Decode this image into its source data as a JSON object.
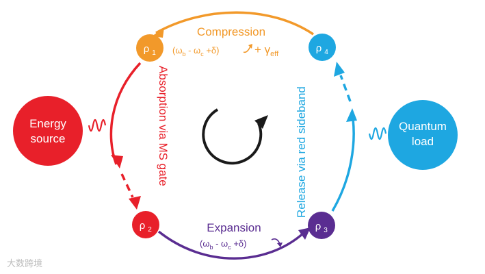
{
  "colors": {
    "orange": "#f2992a",
    "red": "#e8202a",
    "purple": "#5a2d91",
    "blue": "#1ea7e1",
    "black": "#1a1a1a"
  },
  "nodes": {
    "rho1": {
      "base": "ρ",
      "sub": "1"
    },
    "rho2": {
      "base": "ρ",
      "sub": "2"
    },
    "rho3": {
      "base": "ρ",
      "sub": "3"
    },
    "rho4": {
      "base": "ρ",
      "sub": "4"
    }
  },
  "energy_source": {
    "line1": "Energy",
    "line2": "source"
  },
  "quantum_load": {
    "line1": "Quantum",
    "line2": "load"
  },
  "compression": {
    "title": "Compression",
    "formula_parts": [
      "(ω",
      "b",
      " - ω",
      "c",
      " +δ)",
      "+ γ",
      "eff"
    ]
  },
  "expansion": {
    "title": "Expansion",
    "formula_parts": [
      "(ω",
      "b",
      " - ω",
      "c",
      " +δ)"
    ]
  },
  "absorption_label": "Absorption via MS gate",
  "release_label": "Release via red sideband",
  "watermark": "大数跨境"
}
